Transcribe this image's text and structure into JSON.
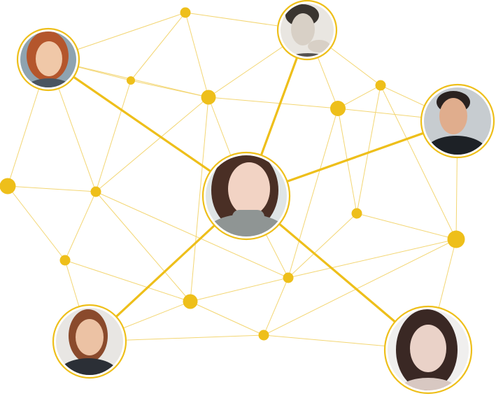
{
  "theme": {
    "accent": "#eebf1a",
    "thin_edge": "#f3d673",
    "background": "#ffffff"
  },
  "people": [
    {
      "id": "center",
      "icon": "woman-grey-turtleneck-portrait",
      "role": "hub",
      "skin": "#f2d3c4",
      "hair": "#4a2f25",
      "bg": "#dfe5e6",
      "shirt": "#8f9594"
    },
    {
      "id": "top-left",
      "icon": "red-haired-woman-portrait",
      "role": "peer",
      "skin": "#f0c8a8",
      "hair": "#b4562c",
      "bg": "#8ea3b0",
      "shirt": "#4a5560"
    },
    {
      "id": "top",
      "icon": "man-hand-on-chin-portrait",
      "role": "peer",
      "skin": "#d8d0c6",
      "hair": "#3a3530",
      "bg": "#e9e6e1",
      "shirt": "#555250"
    },
    {
      "id": "right",
      "icon": "smiling-man-black-shirt-portrait",
      "role": "peer",
      "skin": "#e0ad8d",
      "hair": "#2a2220",
      "bg": "#c7ccd0",
      "shirt": "#1d2126"
    },
    {
      "id": "bottom-left",
      "icon": "woman-dark-blazer-portrait",
      "role": "peer",
      "skin": "#ecc2a4",
      "hair": "#8a4a2c",
      "bg": "#e8e6e3",
      "shirt": "#2b2f36"
    },
    {
      "id": "bottom-right",
      "icon": "dark-haired-woman-portrait",
      "role": "peer",
      "skin": "#ead2c8",
      "hair": "#3a2824",
      "bg": "#f0efee",
      "shirt": "#d8c8c2"
    }
  ]
}
